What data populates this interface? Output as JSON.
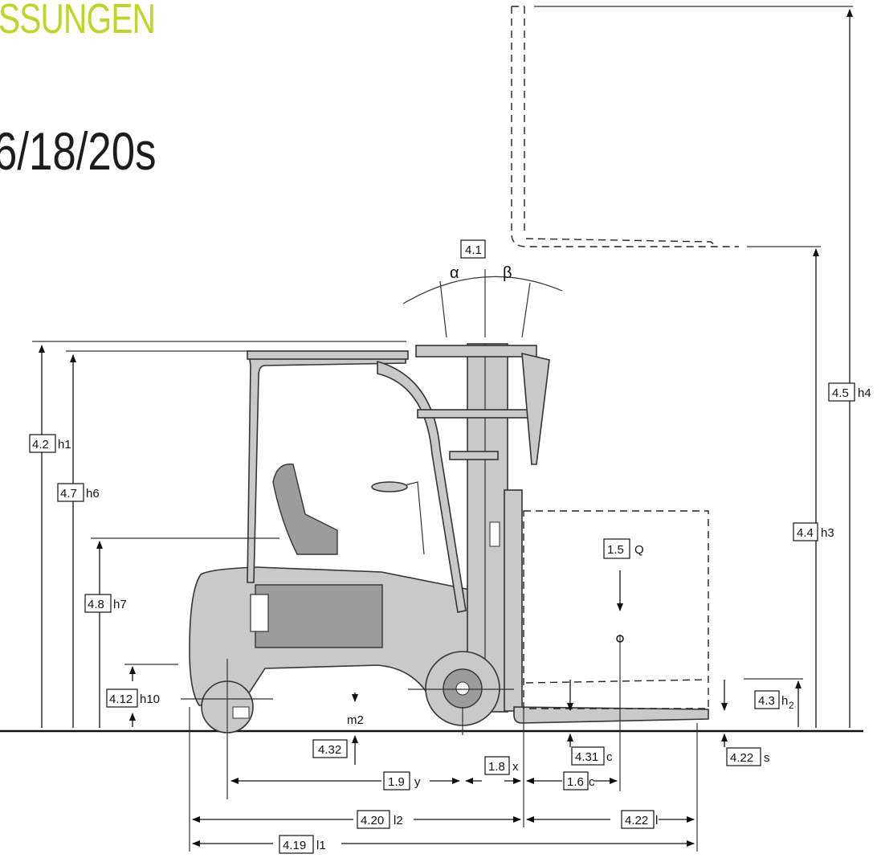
{
  "header": {
    "title": "SSUNGEN",
    "model": "6/18/20s"
  },
  "colors": {
    "heading": "#bfd42a",
    "truck_fill": "#c9c9c9",
    "line": "#111111"
  },
  "dimensions": {
    "d4_1": {
      "code": "4.1",
      "alpha": "α",
      "beta": "β"
    },
    "d4_2": {
      "code": "4.2",
      "sym": "h1"
    },
    "d4_7": {
      "code": "4.7",
      "sym": "h6"
    },
    "d4_8": {
      "code": "4.8",
      "sym": "h7"
    },
    "d4_12": {
      "code": "4.12",
      "sym": "h10"
    },
    "d4_32": {
      "code": "4.32"
    },
    "m2": {
      "sym": "m2"
    },
    "d1_9": {
      "code": "1.9",
      "sym": "y"
    },
    "d1_8": {
      "code": "1.8",
      "sym": "x"
    },
    "d1_6": {
      "code": "1.6",
      "sym": "c"
    },
    "d4_31": {
      "code": "4.31",
      "sym": "c"
    },
    "d4_20": {
      "code": "4.20",
      "sym": "l2"
    },
    "d4_22l": {
      "code": "4.22",
      "sym": "l"
    },
    "d4_19": {
      "code": "4.19",
      "sym": "l1"
    },
    "d4_22s": {
      "code": "4.22",
      "sym": "s"
    },
    "d4_3": {
      "code": "4.3",
      "sym": "h",
      "sub": "2"
    },
    "d4_4": {
      "code": "4.4",
      "sym": "h3"
    },
    "d4_5": {
      "code": "4.5",
      "sym": "h4"
    },
    "d1_5": {
      "code": "1.5",
      "sym": "Q"
    }
  }
}
